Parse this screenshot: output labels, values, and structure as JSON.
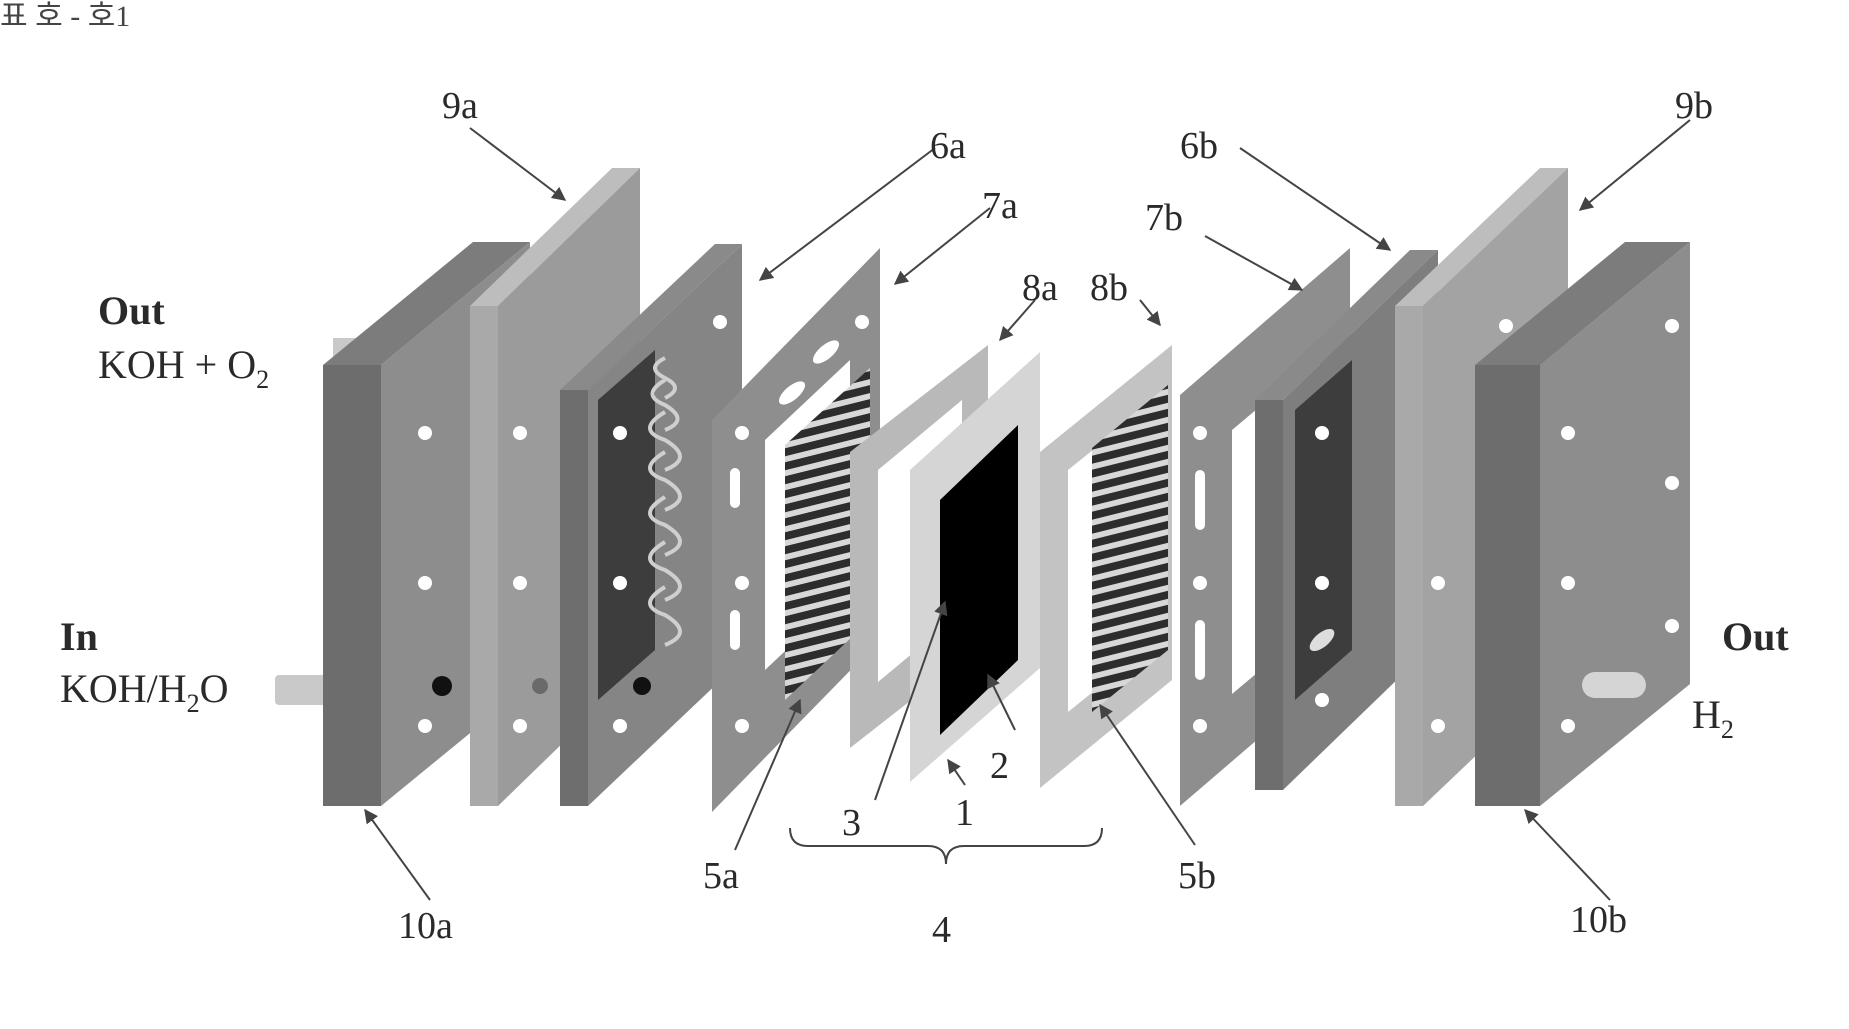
{
  "header_fragment": "표 호 - 호1",
  "left_out": {
    "title": "Out",
    "formula": "KOH + O",
    "formula_sub": "2"
  },
  "left_in": {
    "title": "In",
    "formula_a": "KOH/H",
    "formula_sub": "2",
    "formula_b": "O"
  },
  "right_out": {
    "title": "Out",
    "formula": "H",
    "formula_sub": "2"
  },
  "labels": {
    "l9a": "9a",
    "l9b": "9b",
    "l6a": "6a",
    "l6b": "6b",
    "l7a": "7a",
    "l7b": "7b",
    "l8a": "8a",
    "l8b": "8b",
    "l1": "1",
    "l2": "2",
    "l3": "3",
    "l4": "4",
    "l5a": "5a",
    "l5b": "5b",
    "l10a": "10a",
    "l10b": "10b"
  },
  "colors": {
    "plate_gray": "#8c8c8c",
    "plate_dark": "#6e6e6e",
    "plate_light": "#b7b7b7",
    "membrane": "#000000"
  }
}
